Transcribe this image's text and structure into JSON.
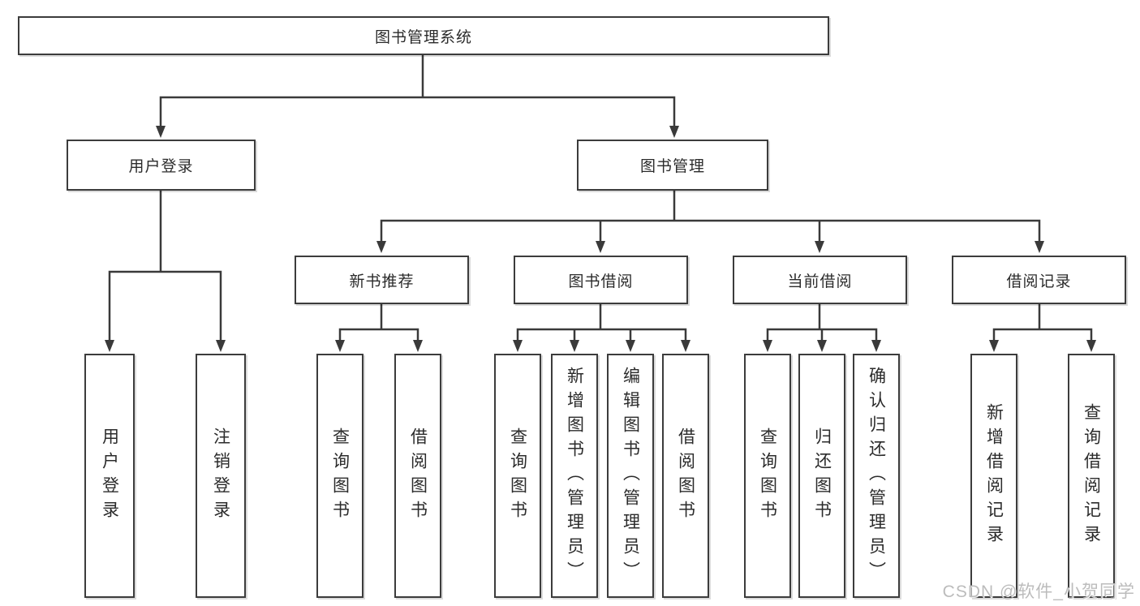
{
  "diagram": {
    "root": {
      "label": "图书管理系统"
    },
    "branches": {
      "user_login": {
        "label": "用户登录",
        "children": [
          "用户登录",
          "注销登录"
        ]
      },
      "book_management": {
        "label": "图书管理",
        "sections": {
          "new_books": {
            "label": "新书推荐",
            "children": [
              "查询图书",
              "借阅图书"
            ]
          },
          "book_borrowing": {
            "label": "图书借阅",
            "children": [
              "查询图书",
              "新增图书（管理员）",
              "编辑图书（管理员）",
              "借阅图书"
            ]
          },
          "current_borrowing": {
            "label": "当前借阅",
            "children": [
              "查询图书",
              "归还图书",
              "确认归还（管理员）"
            ]
          },
          "borrowing_records": {
            "label": "借阅记录",
            "children": [
              "新增借阅记录",
              "查询借阅记录"
            ]
          }
        }
      }
    },
    "watermark": "CSDN @软件_小贺同学",
    "colors": {
      "line": "#3a3a3a",
      "box_border": "#3c3c3c",
      "text": "#2b2b2b",
      "watermark": "#bcbcbc",
      "background": "#ffffff"
    }
  }
}
